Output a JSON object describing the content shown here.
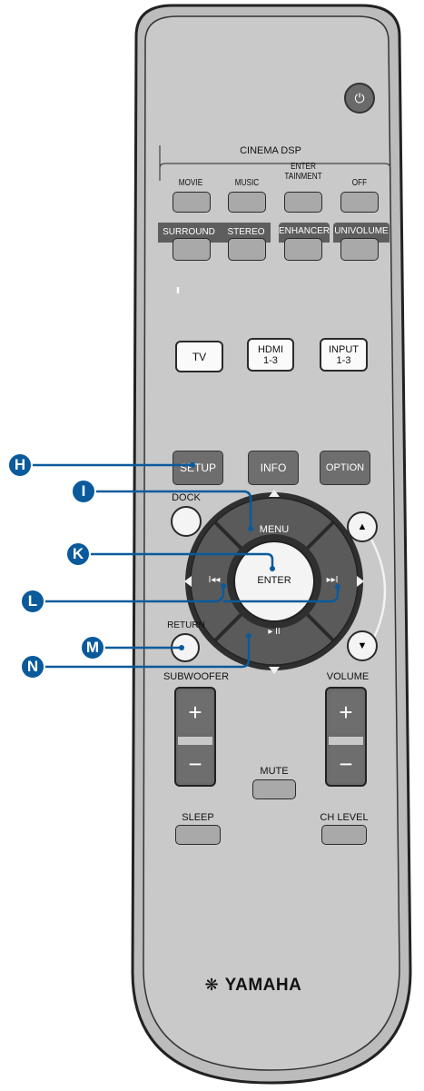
{
  "cinema_dsp": {
    "title": "CINEMA DSP",
    "buttons": [
      "MOVIE",
      "MUSIC",
      "ENTER\nTAINMENT",
      "OFF"
    ]
  },
  "sound_mode": {
    "buttons": [
      "SURROUND",
      "STEREO",
      "ENHANCER",
      "UNIVOLUME"
    ]
  },
  "inputs": {
    "tv": "TV",
    "hdmi": "HDMI\n1-3",
    "input": "INPUT\n1-3"
  },
  "setup_row": {
    "setup": "SETUP",
    "info": "INFO",
    "option": "OPTION"
  },
  "nav": {
    "dock": "DOCK",
    "menu": "MENU",
    "enter": "ENTER",
    "return": "RETURN",
    "prev": "I◂◂",
    "next": "▸▸I",
    "play_pause": "▸ II"
  },
  "subwoofer": {
    "label": "SUBWOOFER",
    "plus": "+",
    "minus": "−"
  },
  "volume": {
    "label": "VOLUME",
    "plus": "+",
    "minus": "−"
  },
  "mute": "MUTE",
  "sleep": "SLEEP",
  "ch_level": "CH LEVEL",
  "brand": "YAMAHA",
  "callouts": [
    "H",
    "I",
    "K",
    "L",
    "M",
    "N"
  ],
  "colors": {
    "body": "#c8c8c8",
    "dark_button": "#6e6e6e",
    "callout": "#0a5a9c",
    "grey_button": "#a9a9a9"
  }
}
